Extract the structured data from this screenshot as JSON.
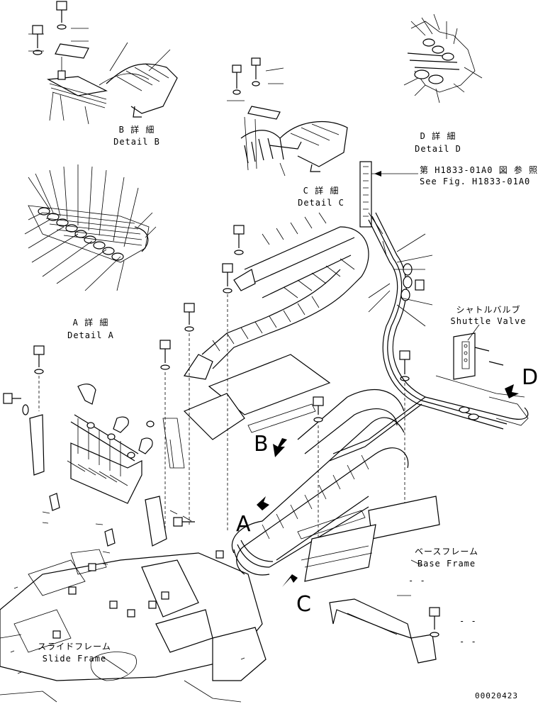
{
  "labels": {
    "detail_b_jp": "B 詳 細",
    "detail_b_en": "Detail B",
    "detail_d_jp": "D 詳 細",
    "detail_d_en": "Detail D",
    "detail_c_jp": "C 詳 細",
    "detail_c_en": "Detail C",
    "detail_a_jp": "A 詳 細",
    "detail_a_en": "Detail A",
    "fig_ref_jp": "第 H1833-01A0 図 参 照",
    "fig_ref_en": "See Fig. H1833-01A0",
    "shuttle_jp": "シャトルバルブ",
    "shuttle_en": "Shuttle Valve",
    "base_jp": "ベースフレーム",
    "base_en": "Base Frame",
    "slide_jp": "スライドフレーム",
    "slide_en": "Slide Frame",
    "dash1": "- -",
    "dash2": "- -",
    "dash3": "- -",
    "part_code": "00020423"
  },
  "callouts": {
    "a": "A",
    "b": "B",
    "c": "C",
    "d": "D"
  }
}
